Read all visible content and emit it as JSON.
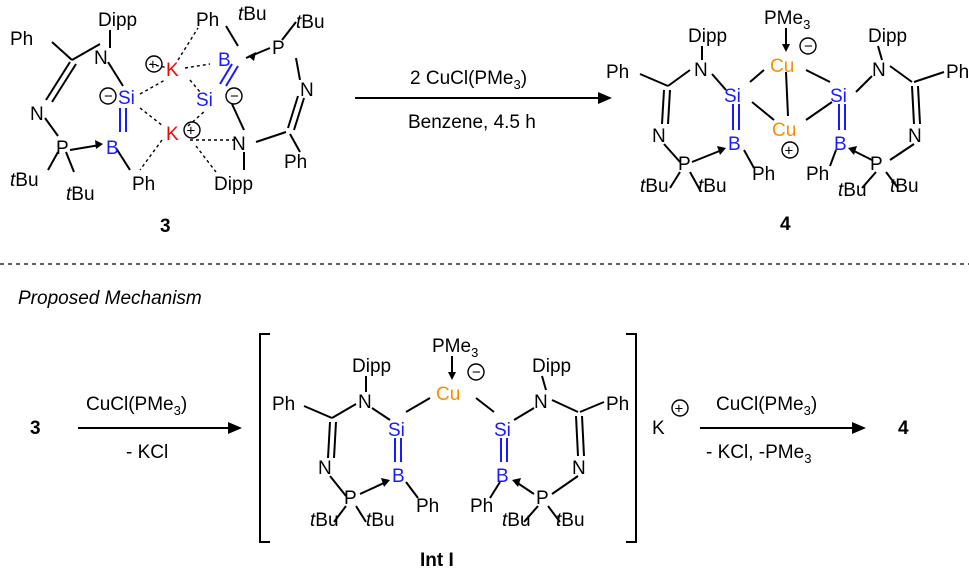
{
  "colors": {
    "si_b": "#1a1aff",
    "k": "#ff0000",
    "cu": "#ff8c00",
    "text": "#000000"
  },
  "top_reaction": {
    "reagent": "2 CuCl(PMe3)",
    "conditions": "Benzene, 4.5 h",
    "left_label": "3",
    "right_label": "4"
  },
  "section_title": "Proposed Mechanism",
  "mechanism": {
    "start_label": "3",
    "step1_reagent": "CuCl(PMe3)",
    "step1_byproduct": "- KCl",
    "intermediate_label": "Int I",
    "counterion": "K",
    "step2_reagent": "CuCl(PMe3)",
    "step2_byproduct": "- KCl, -PMe3",
    "end_label": "4"
  },
  "atoms": {
    "Dipp": "Dipp",
    "Ph": "Ph",
    "tBu_t": "t",
    "tBu_rest": "Bu",
    "N": "N",
    "P": "P",
    "B": "B",
    "Si": "Si",
    "K": "K",
    "Cu": "Cu",
    "PMe3_main": "PMe",
    "PMe3_sub": "3"
  }
}
